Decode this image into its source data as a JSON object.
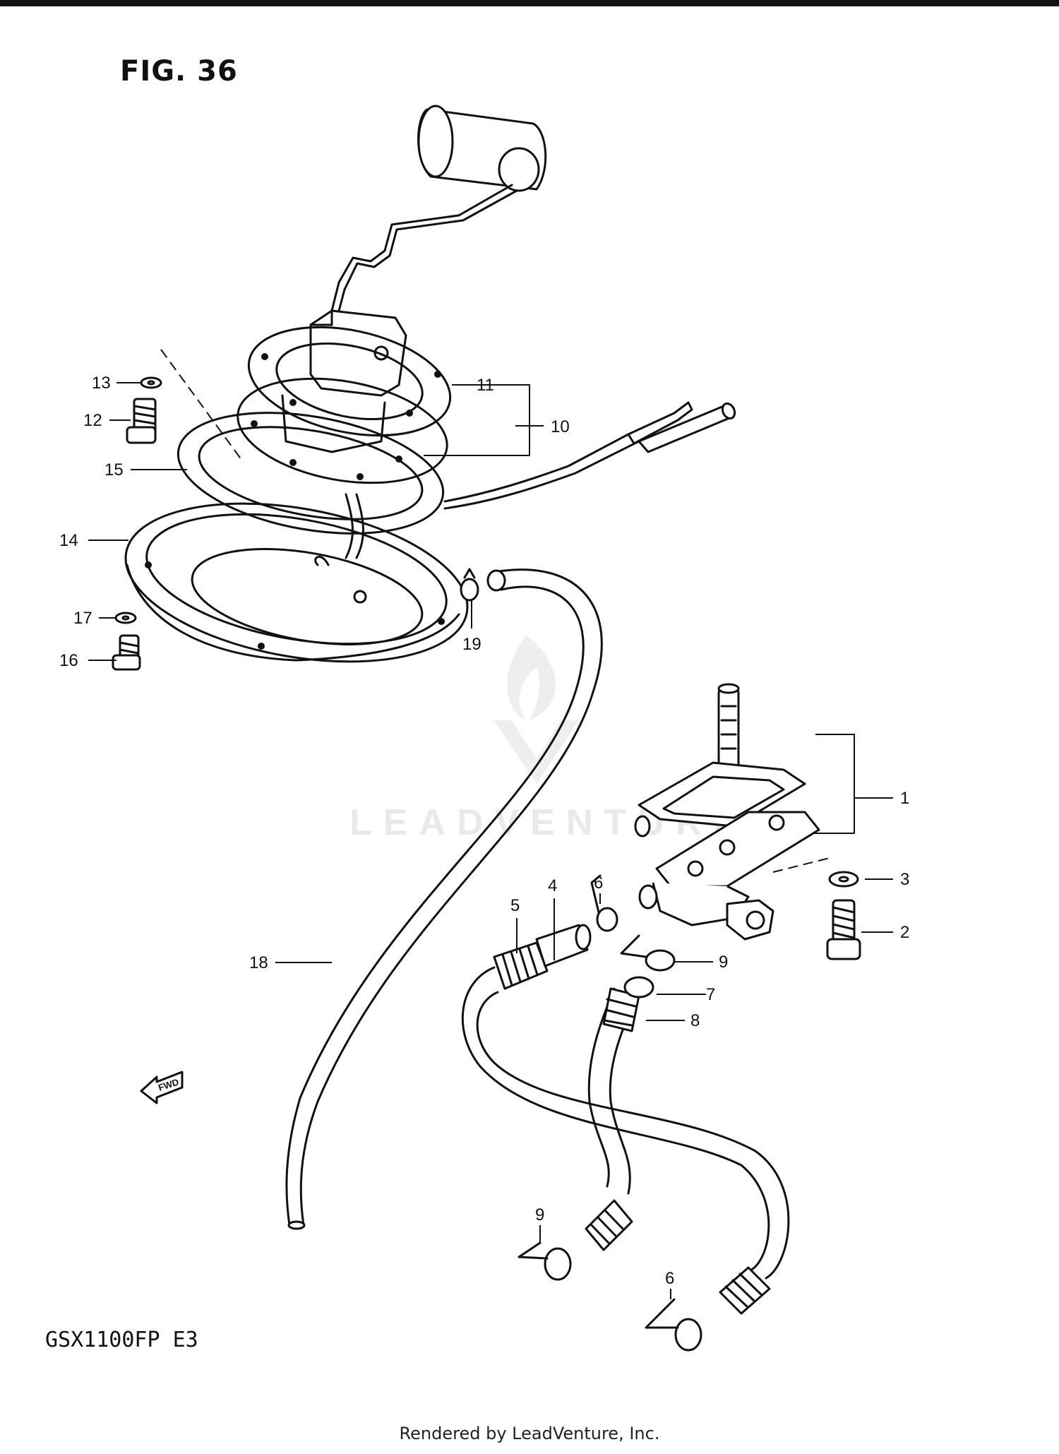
{
  "figure": {
    "title": "FIG. 36",
    "model_code": "GSX1100FP  E3",
    "footer": "Rendered by LeadVenture, Inc.",
    "watermark": "LEADVENTURE",
    "fwd_label": "FWD"
  },
  "callouts": [
    "1",
    "2",
    "3",
    "4",
    "5",
    "6",
    "7",
    "8",
    "9",
    "10",
    "11",
    "12",
    "13",
    "14",
    "15",
    "16",
    "17",
    "18",
    "19",
    "9",
    "6"
  ],
  "colors": {
    "ink": "#111111",
    "watermark": "#e9e9e9",
    "background": "#ffffff"
  }
}
